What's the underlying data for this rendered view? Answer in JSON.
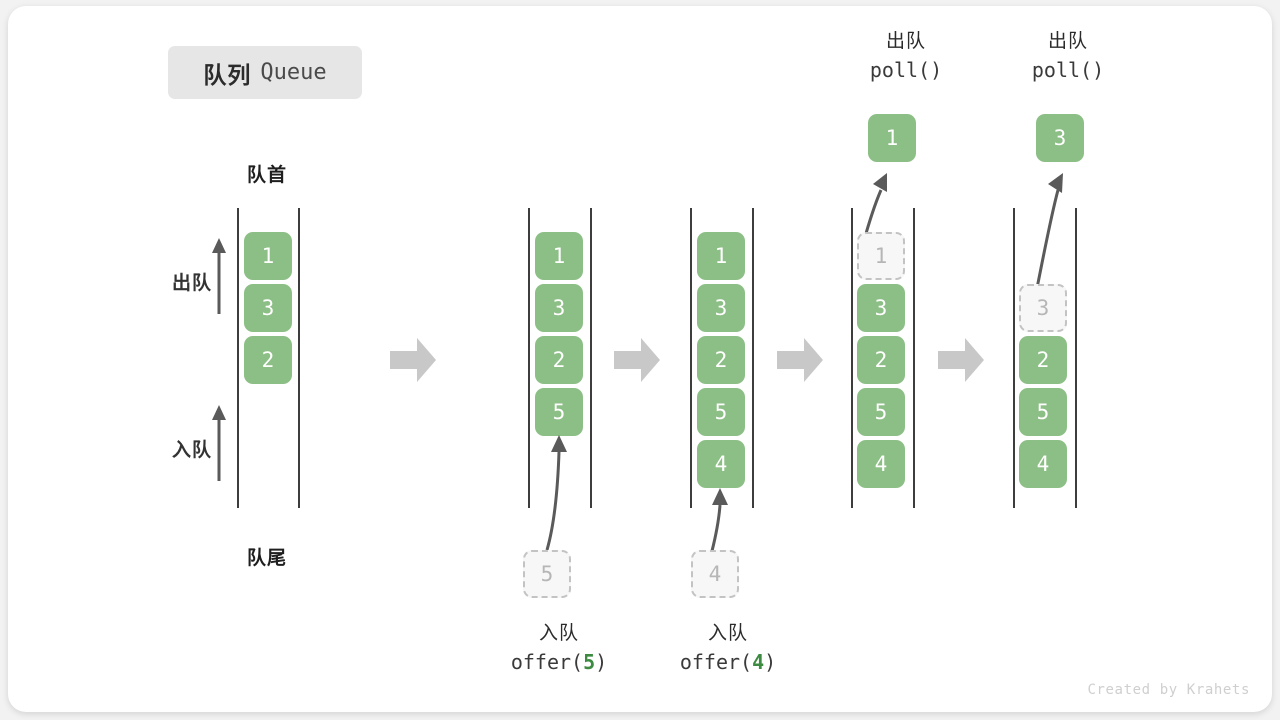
{
  "diagram": {
    "title_cn": "队列",
    "title_en": "Queue",
    "head_label": "队首",
    "tail_label": "队尾",
    "dequeue_label": "出队",
    "enqueue_label": "入队",
    "credit": "Created by Krahets",
    "colors": {
      "cell_fill": "#8cbf85",
      "cell_text": "#ffffff",
      "ghost_fill": "#f7f7f7",
      "ghost_border": "#c3c3c3",
      "ghost_text": "#b6b6b6",
      "rail": "#3d3d3d",
      "arrow": "#5a5a5a",
      "step_arrow": "#c8c8c8",
      "chip_bg": "#e6e6e6",
      "code_arg": "#3d8a41",
      "card_bg": "#ffffff",
      "page_bg": "#f2f2f2"
    },
    "stages": [
      {
        "id": "initial",
        "cells": [
          "1",
          "3",
          "2"
        ],
        "ghost_index": null,
        "caption_cn": null,
        "caption_code": null,
        "floating_value": null,
        "floating_position": null
      },
      {
        "id": "offer-5",
        "cells": [
          "1",
          "3",
          "2",
          "5"
        ],
        "ghost_index": null,
        "caption_cn": "入队",
        "caption_code_prefix": "offer(",
        "caption_code_arg": "5",
        "caption_code_suffix": ")",
        "floating_value": "5",
        "floating_position": "bottom"
      },
      {
        "id": "offer-4",
        "cells": [
          "1",
          "3",
          "2",
          "5",
          "4"
        ],
        "ghost_index": null,
        "caption_cn": "入队",
        "caption_code_prefix": "offer(",
        "caption_code_arg": "4",
        "caption_code_suffix": ")",
        "floating_value": "4",
        "floating_position": "bottom"
      },
      {
        "id": "poll-1",
        "cells": [
          "1",
          "3",
          "2",
          "5",
          "4"
        ],
        "ghost_index": 0,
        "caption_cn": "出队",
        "caption_code_prefix": "poll(",
        "caption_code_arg": "",
        "caption_code_suffix": ")",
        "floating_value": "1",
        "floating_position": "top"
      },
      {
        "id": "poll-3",
        "cells": [
          "3",
          "2",
          "5",
          "4"
        ],
        "cells_offset": 1,
        "ghost_index": 0,
        "caption_cn": "出队",
        "caption_code_prefix": "poll(",
        "caption_code_arg": "",
        "caption_code_suffix": ")",
        "floating_value": "3",
        "floating_position": "top"
      }
    ]
  }
}
